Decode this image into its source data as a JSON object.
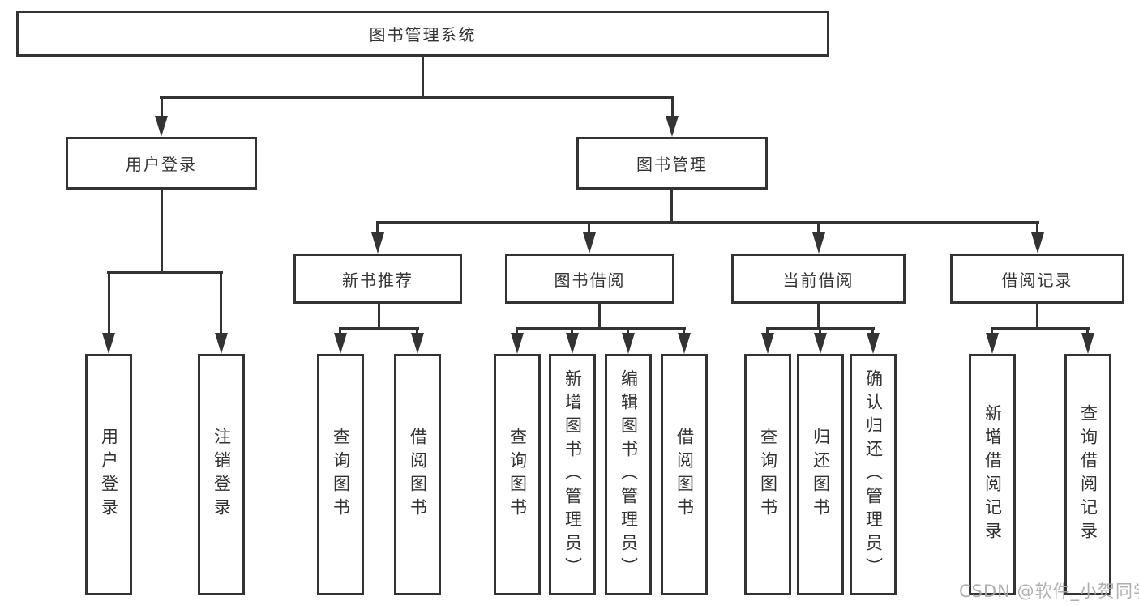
{
  "diagram": {
    "root": "图书管理系统",
    "branches": {
      "user_login": "用户登录",
      "book_management": "图书管理"
    },
    "modules": {
      "new_book_recommend": "新书推荐",
      "book_borrowing": "图书借阅",
      "current_borrowing": "当前借阅",
      "borrow_records": "借阅记录"
    },
    "leaves": {
      "user_login": "用户登录",
      "logout": "注销登录",
      "nb_query_books": "查询图书",
      "nb_borrow_books": "借阅图书",
      "bb_query_books": "查询图书",
      "bb_add_books_admin": "新增图书（管理员）",
      "bb_edit_books_admin": "编辑图书（管理员）",
      "bb_borrow_books": "借阅图书",
      "cb_query_books": "查询图书",
      "cb_return_books": "归还图书",
      "cb_confirm_return_admin": "确认归还（管理员）",
      "br_add_record": "新增借阅记录",
      "br_query_record": "查询借阅记录"
    }
  },
  "watermark": {
    "text": "CSDN @软件_小贺同学"
  },
  "colors": {
    "line": "#333333",
    "text": "#333333",
    "watermark": "#a8a8a8",
    "background": "#ffffff"
  }
}
